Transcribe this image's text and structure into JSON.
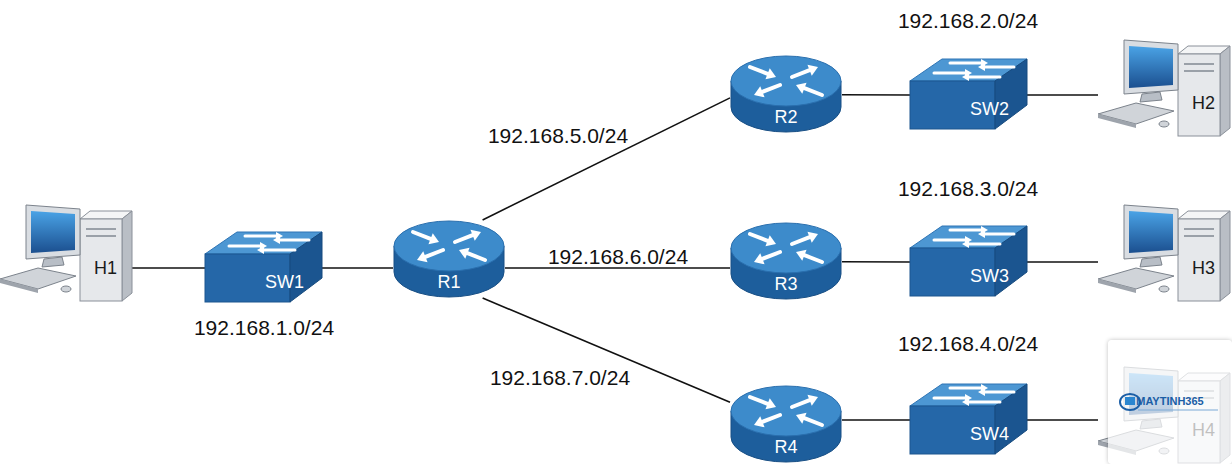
{
  "diagram": {
    "nodes": [
      {
        "text": [
          "H1"
        ]
      },
      {
        "text": [
          "SW1"
        ]
      },
      {
        "text": [
          "R1"
        ]
      },
      {
        "text": [
          "R2"
        ]
      },
      {
        "text": [
          "SW2"
        ]
      },
      {
        "text": [
          "H2"
        ]
      },
      {
        "text": [
          "R3"
        ]
      },
      {
        "text": [
          "SW3"
        ]
      },
      {
        "text": [
          "H3"
        ]
      },
      {
        "text": [
          "R4"
        ]
      },
      {
        "text": [
          "SW4"
        ]
      },
      {
        "text": [
          "H4"
        ]
      }
    ],
    "edges": [
      {
        "from": 0,
        "to": 1,
        "arrow": "none"
      },
      {
        "from": 1,
        "to": 2,
        "arrow": "none"
      },
      {
        "from": 2,
        "to": 3,
        "label": "192.168.5.0/24",
        "arrow": "none"
      },
      {
        "from": 2,
        "to": 6,
        "label": "192.168.6.0/24",
        "arrow": "none"
      },
      {
        "from": 2,
        "to": 9,
        "label": "192.168.7.0/24",
        "arrow": "none"
      },
      {
        "from": 3,
        "to": 4,
        "arrow": "none"
      },
      {
        "from": 4,
        "to": 5,
        "arrow": "none"
      },
      {
        "from": 6,
        "to": 7,
        "arrow": "none"
      },
      {
        "from": 7,
        "to": 8,
        "arrow": "none"
      },
      {
        "from": 9,
        "to": 10,
        "arrow": "none"
      },
      {
        "from": 10,
        "to": 11,
        "arrow": "none"
      }
    ],
    "labels": [
      "192.168.1.0/24",
      "192.168.2.0/24",
      "192.168.3.0/24",
      "192.168.4.0/24",
      "MAYTINH365"
    ]
  }
}
